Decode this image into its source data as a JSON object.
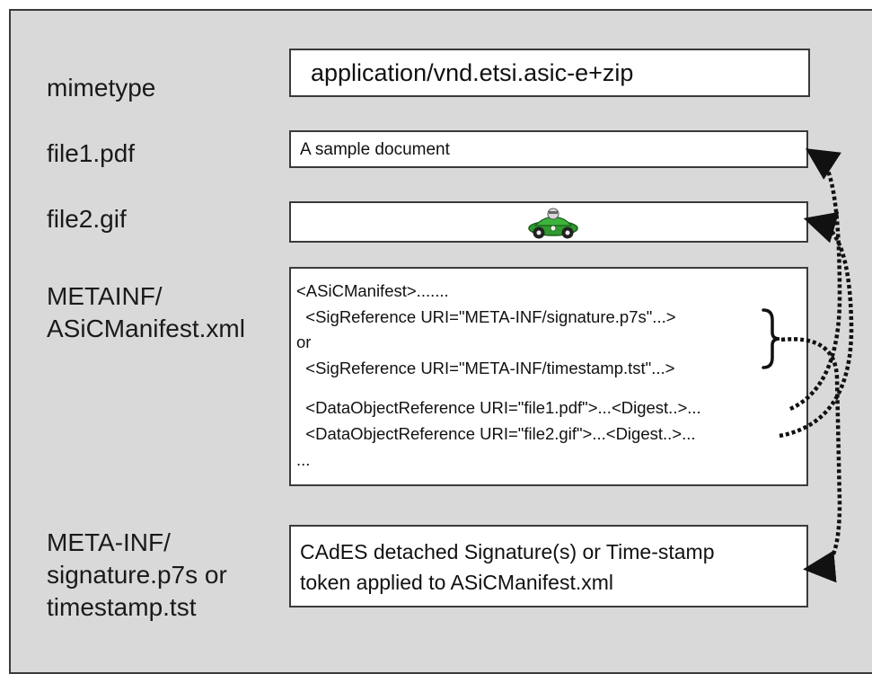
{
  "rows": {
    "mimetype": {
      "label": "mimetype",
      "content": "application/vnd.etsi.asic-e+zip"
    },
    "file1": {
      "label": "file1.pdf",
      "content": "A sample document"
    },
    "file2": {
      "label": "file2.gif",
      "image_icon": "green-race-car-icon"
    },
    "manifest": {
      "label_lines": [
        "METAINF/",
        "ASiCManifest.xml"
      ],
      "content_lines": [
        "<ASiCManifest>.......",
        "  <SigReference URI=\"META-INF/signature.p7s\"...>",
        "or",
        "  <SigReference URI=\"META-INF/timestamp.tst\"...>",
        "  <DataObjectReference URI=\"file1.pdf\">...<Digest..>...",
        "  <DataObjectReference URI=\"file2.gif\">...<Digest..>...",
        "..."
      ]
    },
    "signature": {
      "label_lines": [
        "META-INF/",
        "signature.p7s or",
        "timestamp.tst"
      ],
      "content_lines": [
        "CAdES detached Signature(s) or Time-stamp",
        "token applied to ASiCManifest.xml"
      ]
    }
  },
  "colors": {
    "background": "#d9d9d9",
    "border": "#3a3a3a",
    "box_fill": "#ffffff",
    "car_body": "#2e9a2e"
  }
}
